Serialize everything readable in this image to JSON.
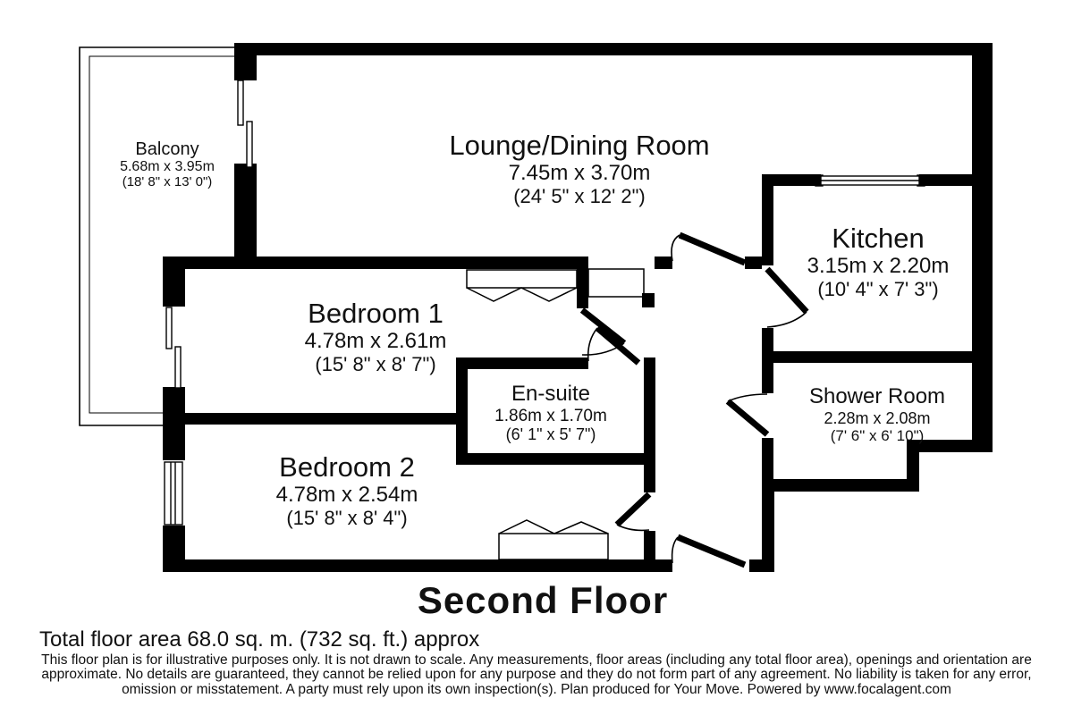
{
  "plan": {
    "title": "Second Floor",
    "total_area": "Total floor area 68.0 sq. m. (732 sq. ft.) approx",
    "disclaimer": "This floor plan is for illustrative purposes only. It is not drawn to scale. Any measurements, floor areas (including any total floor area), openings and orientation are approximate. No details are guaranteed, they cannot be relied upon for any purpose and they do not form part of any agreement. No liability is taken for any error, omission or misstatement. A party must rely upon its own inspection(s). Plan produced for Your Move. Powered by www.focalagent.com",
    "rooms": [
      {
        "name": "Balcony",
        "metric": "5.68m x 3.95m",
        "imperial": "(18' 8\" x 13' 0\")"
      },
      {
        "name": "Lounge/Dining Room",
        "metric": "7.45m x 3.70m",
        "imperial": "(24' 5\" x 12' 2\")"
      },
      {
        "name": "Kitchen",
        "metric": "3.15m x 2.20m",
        "imperial": "(10' 4\" x 7' 3\")"
      },
      {
        "name": "Bedroom 1",
        "metric": "4.78m x 2.61m",
        "imperial": "(15' 8\" x 8' 7\")"
      },
      {
        "name": "En-suite",
        "metric": "1.86m x 1.70m",
        "imperial": "(6' 1\" x 5' 7\")"
      },
      {
        "name": "Shower Room",
        "metric": "2.28m x 2.08m",
        "imperial": "(7' 6\" x 6' 10\")"
      },
      {
        "name": "Bedroom 2",
        "metric": "4.78m x 2.54m",
        "imperial": "(15' 8\" x 8' 4\")"
      }
    ],
    "colors": {
      "wall": "#000000",
      "background": "#ffffff",
      "text": "#111111"
    }
  }
}
